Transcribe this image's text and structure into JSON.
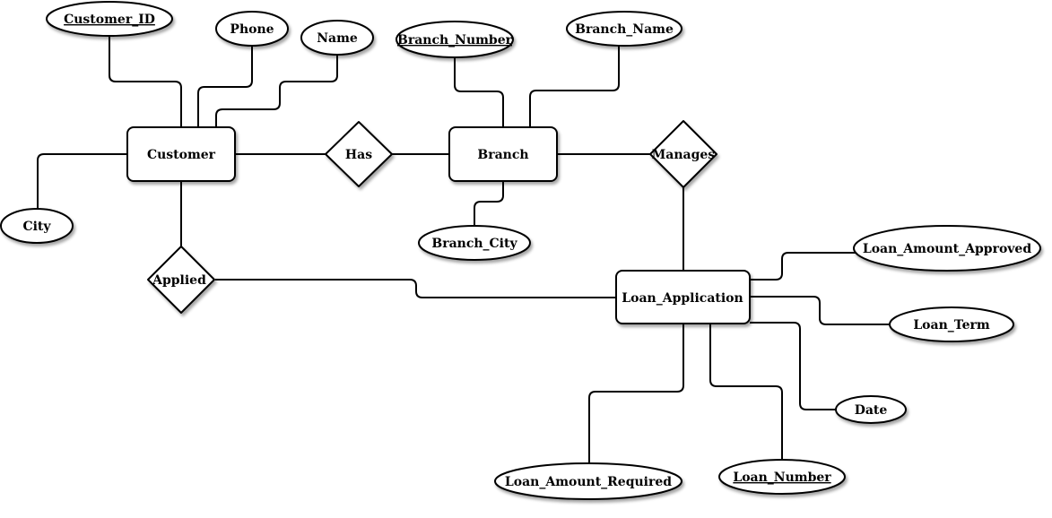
{
  "diagram": {
    "entities": {
      "customer": "Customer",
      "branch": "Branch",
      "loan_application": "Loan_Application"
    },
    "relationships": {
      "has": "Has",
      "manages": "Manages",
      "applied": "Applied"
    },
    "attributes": {
      "customer_id": "Customer_ID",
      "phone": "Phone",
      "name": "Name",
      "city": "City",
      "branch_number": "Branch_Number",
      "branch_name": "Branch_Name",
      "branch_city": "Branch_City",
      "loan_amount_approved": "Loan_Amount_Approved",
      "loan_term": "Loan_Term",
      "date": "Date",
      "loan_number": "Loan_Number",
      "loan_amount_required": "Loan_Amount_Required"
    }
  },
  "colors": {
    "stroke": "#000000",
    "fill": "#ffffff"
  }
}
